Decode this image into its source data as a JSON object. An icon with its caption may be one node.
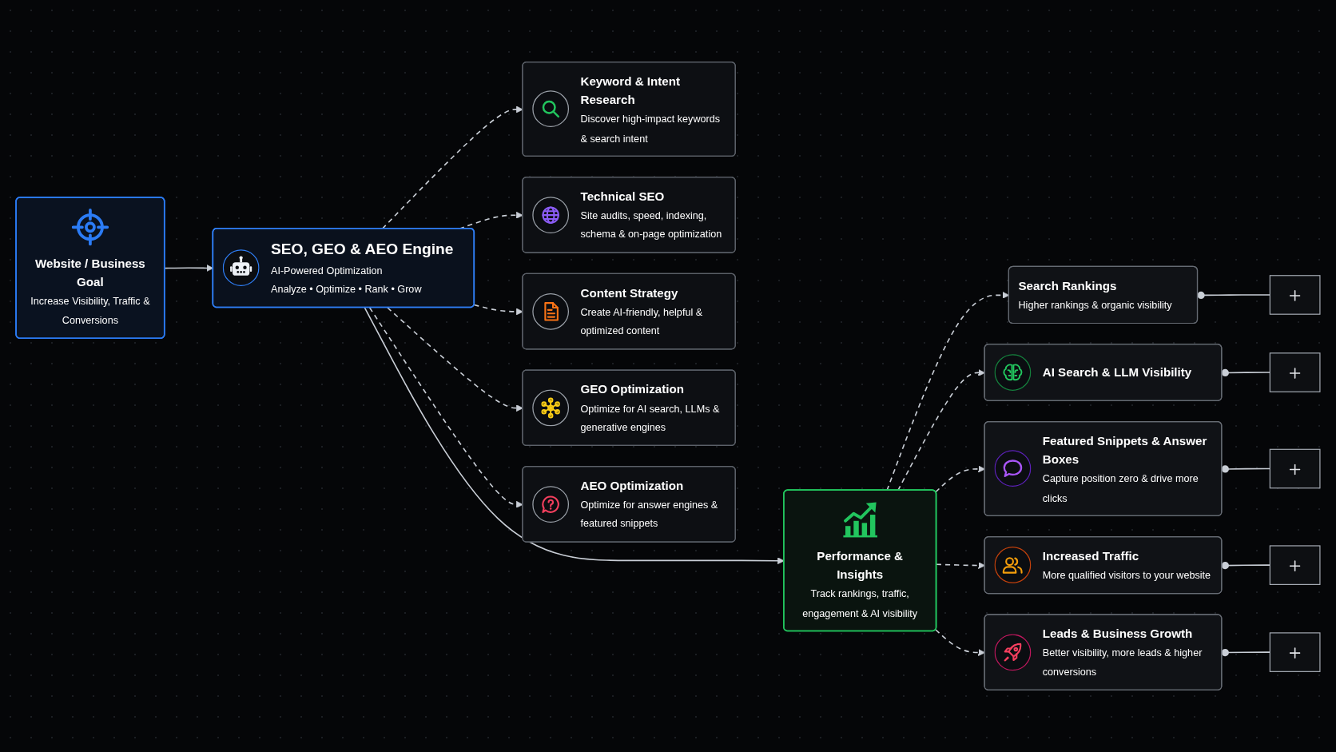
{
  "diagram": {
    "nodes": [
      {
        "text": [
          "Website / Business Goal",
          "Increase Visibility, Traffic & Conversions"
        ]
      },
      {
        "text": [
          "SEO, GEO & AEO Engine",
          "AI-Powered Optimization",
          "Analyze • Optimize • Rank • Grow"
        ]
      },
      {
        "text": [
          "Performance & Insights",
          "Track rankings, traffic, engagement & AI visibility"
        ]
      },
      {
        "text": [
          "Keyword & Intent Research",
          "Discover high-impact keywords & search intent"
        ]
      },
      {
        "text": [
          "Technical SEO",
          "Site audits, speed, indexing, schema & on-page optimization"
        ]
      },
      {
        "text": [
          "Content Strategy",
          "Create AI-friendly, helpful & optimized content"
        ]
      },
      {
        "text": [
          "GEO Optimization",
          "Optimize for AI search, LLMs & generative engines"
        ]
      },
      {
        "text": [
          "AEO Optimization",
          "Optimize for answer engines & featured snippets"
        ]
      },
      {
        "text": [
          "Search Rankings",
          "Higher rankings & organic visibility"
        ]
      },
      {
        "text": [
          "AI Search & LLM Visibility"
        ]
      },
      {
        "text": [
          "Featured Snippets & Answer Boxes",
          "Capture position zero & drive more clicks"
        ]
      },
      {
        "text": [
          "Increased Traffic",
          "More qualified visitors to your website"
        ]
      },
      {
        "text": [
          "Leads & Business Growth",
          "Better visibility, more leads & higher conversions"
        ]
      },
      {
        "text": [],
        "shape": "box"
      },
      {
        "text": [],
        "shape": "box"
      },
      {
        "text": [],
        "shape": "box"
      },
      {
        "text": [],
        "shape": "box"
      },
      {
        "text": [],
        "shape": "box"
      }
    ],
    "edges": [
      {
        "from": 0,
        "to": 1,
        "arrow": "to"
      },
      {
        "from": 1,
        "to": 2,
        "arrow": "to"
      },
      {
        "from": 1,
        "to": 3,
        "arrow": "to",
        "style": "dashed"
      },
      {
        "from": 1,
        "to": 4,
        "arrow": "to",
        "style": "dashed"
      },
      {
        "from": 1,
        "to": 5,
        "arrow": "to",
        "style": "dashed"
      },
      {
        "from": 1,
        "to": 6,
        "arrow": "to",
        "style": "dashed"
      },
      {
        "from": 1,
        "to": 7,
        "arrow": "to",
        "style": "dashed"
      },
      {
        "from": 2,
        "to": 8,
        "arrow": "to",
        "style": "dashed"
      },
      {
        "from": 2,
        "to": 9,
        "arrow": "to",
        "style": "dashed"
      },
      {
        "from": 2,
        "to": 10,
        "arrow": "to",
        "style": "dashed"
      },
      {
        "from": 2,
        "to": 11,
        "arrow": "to",
        "style": "dashed"
      },
      {
        "from": 2,
        "to": 12,
        "arrow": "to",
        "style": "dashed"
      },
      {
        "from": 8,
        "to": 13,
        "arrow": "other"
      },
      {
        "from": 9,
        "to": 14,
        "arrow": "other"
      },
      {
        "from": 10,
        "to": 15,
        "arrow": "other"
      },
      {
        "from": 11,
        "to": 16,
        "arrow": "other"
      },
      {
        "from": 12,
        "to": 17,
        "arrow": "other"
      }
    ]
  }
}
